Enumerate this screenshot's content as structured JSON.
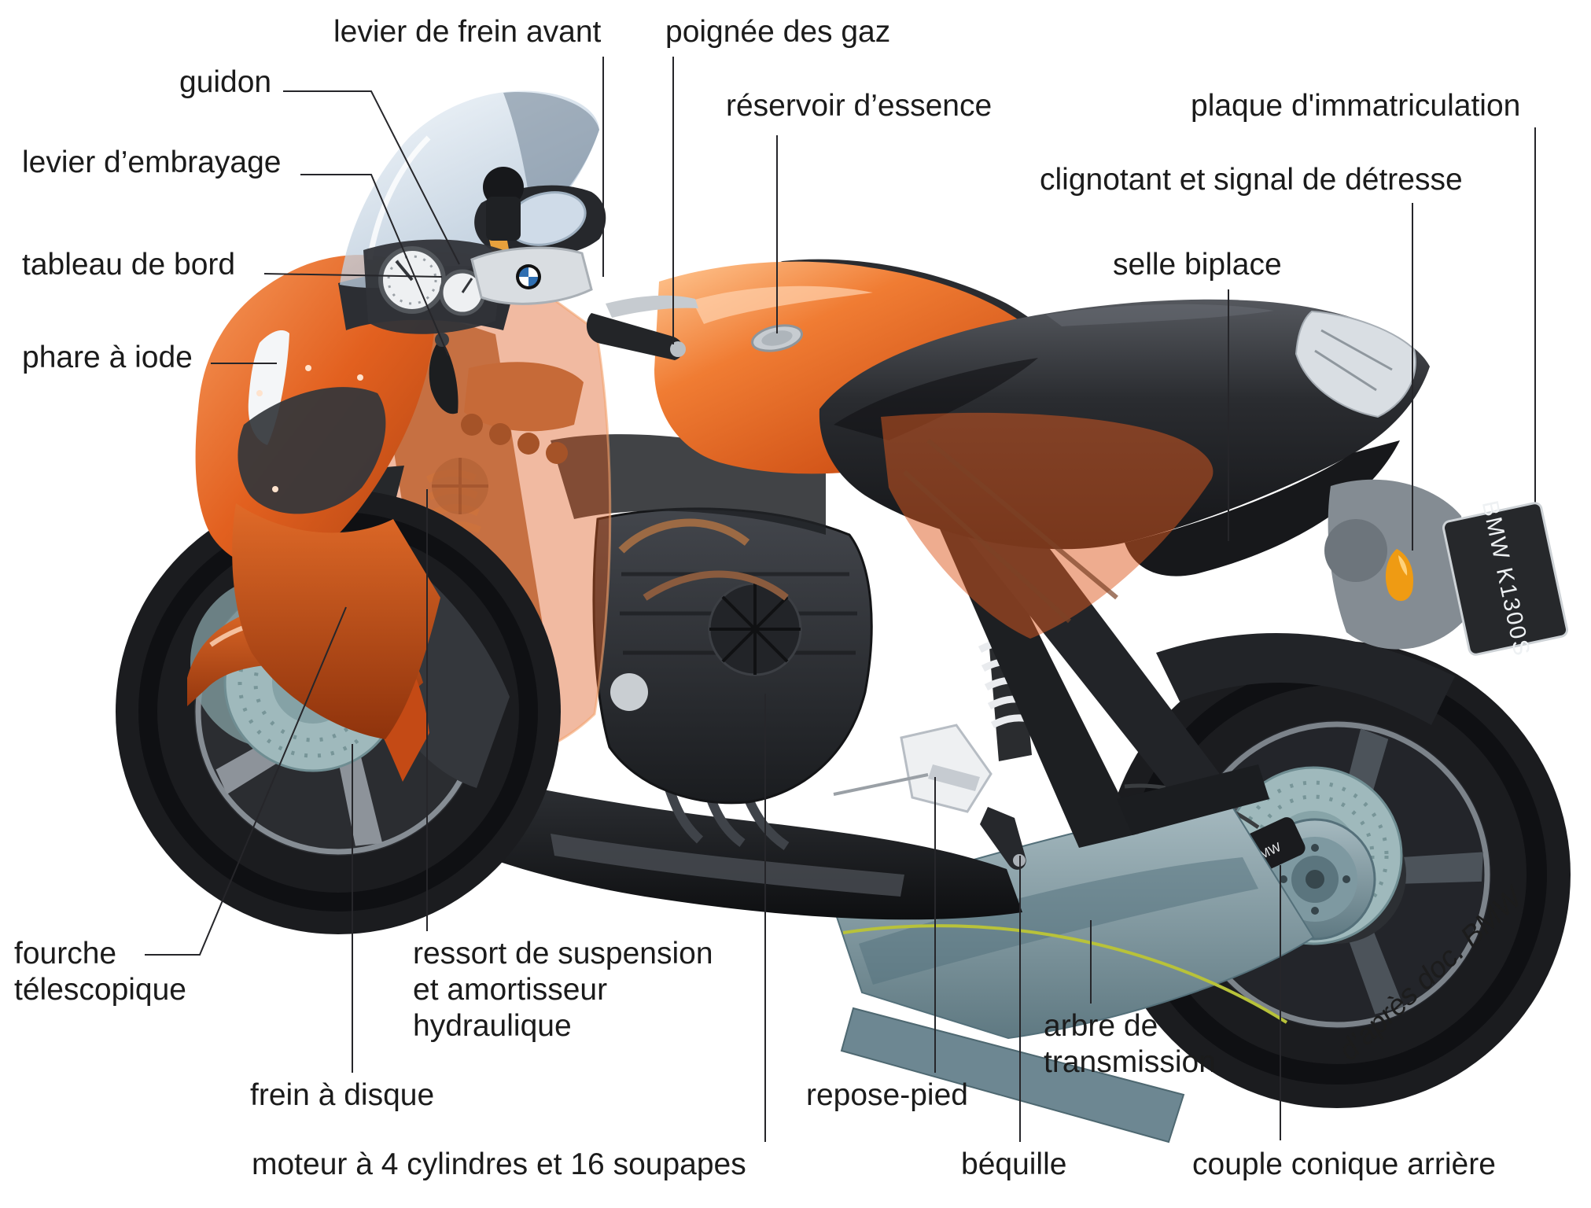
{
  "diagram": {
    "labels": [
      {
        "id": "levier-de-frein-avant",
        "text": "levier de frein avant"
      },
      {
        "id": "poignee-des-gaz",
        "text": "poignée des gaz"
      },
      {
        "id": "guidon",
        "text": "guidon"
      },
      {
        "id": "reservoir-essence",
        "text": "réservoir d’essence"
      },
      {
        "id": "plaque-immatriculation",
        "text": "plaque d'immatriculation"
      },
      {
        "id": "levier-embrayage",
        "text": "levier d’embrayage"
      },
      {
        "id": "clignotant-signal-detresse",
        "text": "clignotant et signal de détresse"
      },
      {
        "id": "tableau-de-bord",
        "text": "tableau de bord"
      },
      {
        "id": "selle-biplace",
        "text": "selle biplace"
      },
      {
        "id": "phare-a-iode",
        "text": "phare à iode"
      },
      {
        "id": "fourche-telescopique",
        "text": "fourche\ntélescopique"
      },
      {
        "id": "ressort-amortisseur",
        "text": "ressort de suspension\net amortisseur\nhydraulique"
      },
      {
        "id": "frein-a-disque",
        "text": "frein à disque"
      },
      {
        "id": "repose-pied",
        "text": "repose-pied"
      },
      {
        "id": "arbre-de-transmission",
        "text": "arbre de\ntransmission"
      },
      {
        "id": "moteur",
        "text": "moteur à 4 cylindres et 16 soupapes"
      },
      {
        "id": "bequille",
        "text": "béquille"
      },
      {
        "id": "couple-conique-arriere",
        "text": "couple conique arrière"
      }
    ],
    "credit": "d’après doc. BMW",
    "license_plate": {
      "line1": "BMW",
      "line2": "K1300S"
    },
    "caliper_brand": "BMW",
    "colors": {
      "body_orange": "#e2601f",
      "brake_disc_teal": "#9fb9bc",
      "swingarm_teal": "#7d959e",
      "seat_black": "#1f2125",
      "signal_amber": "#ef9b13",
      "label_text": "#1b1b1b",
      "background": "#ffffff"
    }
  }
}
